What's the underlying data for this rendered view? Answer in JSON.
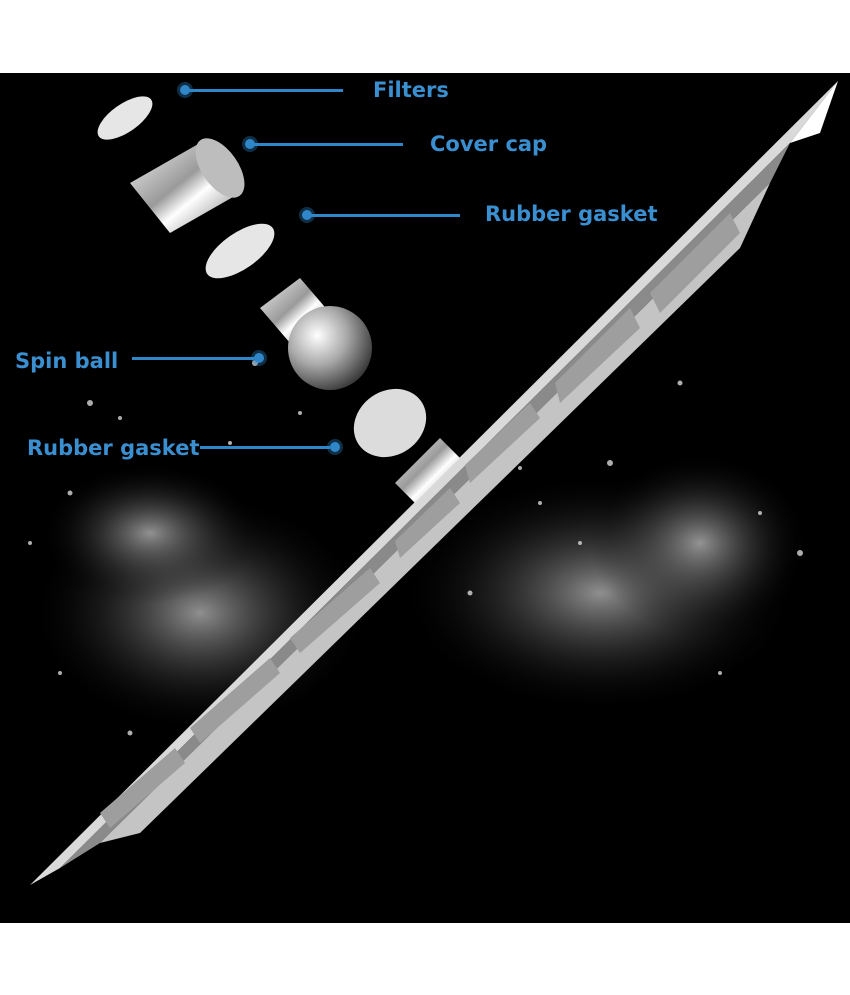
{
  "callouts": {
    "filters": "Filters",
    "cover_cap": "Cover cap",
    "rubber_gasket_top": "Rubber gasket",
    "spin_ball": "Spin ball",
    "rubber_gasket_bottom": "Rubber gasket"
  },
  "colors": {
    "background": "#000000",
    "callout": "#3a8fd0",
    "frame": "#ffffff"
  }
}
